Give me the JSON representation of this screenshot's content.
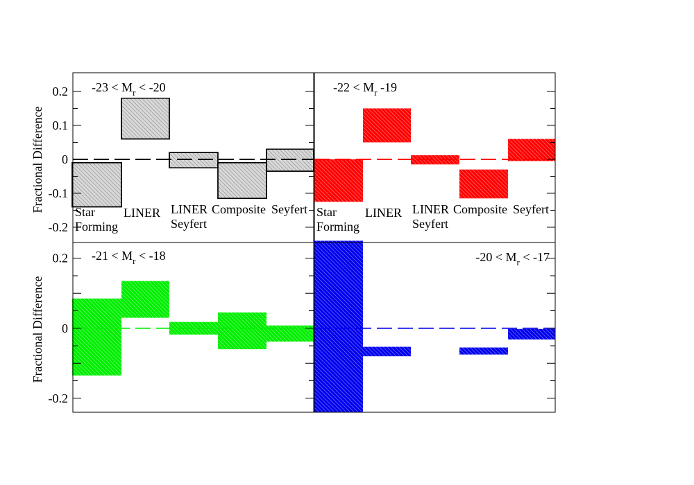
{
  "chart_data": [
    {
      "type": "bar",
      "range_label": {
        "pre": "-23 < M",
        "sub": "r",
        "post": " < -20"
      },
      "ylabel": "Fractional Difference",
      "ylim": [
        -0.245,
        0.255
      ],
      "yticks": [
        "0.2",
        "0.1",
        "0",
        "-0.1",
        "-0.2"
      ],
      "ytick_values": [
        0.2,
        0.1,
        0,
        -0.1,
        -0.2
      ],
      "color": "#d8d8d8",
      "outline": "#000000",
      "categories": [
        [
          "Star",
          "Forming"
        ],
        [
          "LINER"
        ],
        [
          "LINER",
          "Seyfert"
        ],
        [
          "Composite"
        ],
        [
          "Seyfert"
        ]
      ],
      "ranges": [
        [
          -0.14,
          -0.01
        ],
        [
          0.06,
          0.18
        ],
        [
          -0.025,
          0.02
        ],
        [
          -0.115,
          -0.01
        ],
        [
          -0.035,
          0.03
        ]
      ]
    },
    {
      "type": "bar",
      "range_label": {
        "pre": "-22 < M",
        "sub": "r",
        "post": " -19"
      },
      "ylabel": "",
      "ylim": [
        -0.245,
        0.255
      ],
      "yticks": [],
      "ytick_values": [
        0.2,
        0.1,
        0,
        -0.1,
        -0.2
      ],
      "color": "#ff0000",
      "outline": "none",
      "categories": [
        [
          "Star",
          "Forming"
        ],
        [
          "LINER"
        ],
        [
          "LINER",
          "Seyfert"
        ],
        [
          "Composite"
        ],
        [
          "Seyfert"
        ]
      ],
      "ranges": [
        [
          -0.125,
          0.0
        ],
        [
          0.05,
          0.15
        ],
        [
          -0.015,
          0.012
        ],
        [
          -0.115,
          -0.03
        ],
        [
          -0.005,
          0.06
        ]
      ]
    },
    {
      "type": "bar",
      "range_label": {
        "pre": "-21 < M",
        "sub": "r",
        "post": " < -18"
      },
      "ylabel": "Fractional Difference",
      "ylim": [
        -0.24,
        0.245
      ],
      "yticks": [
        "0.2",
        "0",
        "-0.2"
      ],
      "ytick_values": [
        0.2,
        0.1,
        0,
        -0.1,
        -0.2
      ],
      "color": "#00ee00",
      "outline": "none",
      "categories": [],
      "ranges": [
        [
          -0.135,
          0.085
        ],
        [
          0.03,
          0.135
        ],
        [
          -0.018,
          0.018
        ],
        [
          -0.06,
          0.045
        ],
        [
          -0.038,
          0.008
        ]
      ]
    },
    {
      "type": "bar",
      "range_label": {
        "pre": "-20 < M",
        "sub": "r",
        "post": " < -17"
      },
      "ylabel": "",
      "ylim": [
        -0.24,
        0.245
      ],
      "yticks": [],
      "ytick_values": [
        0.2,
        0.1,
        0,
        -0.1,
        -0.2
      ],
      "color": "#0000ee",
      "outline": "none",
      "categories": [],
      "ranges": [
        [
          -0.24,
          0.25
        ],
        [
          -0.08,
          -0.053
        ],
        null,
        [
          -0.075,
          -0.055
        ],
        [
          -0.032,
          -0.002
        ]
      ]
    }
  ]
}
